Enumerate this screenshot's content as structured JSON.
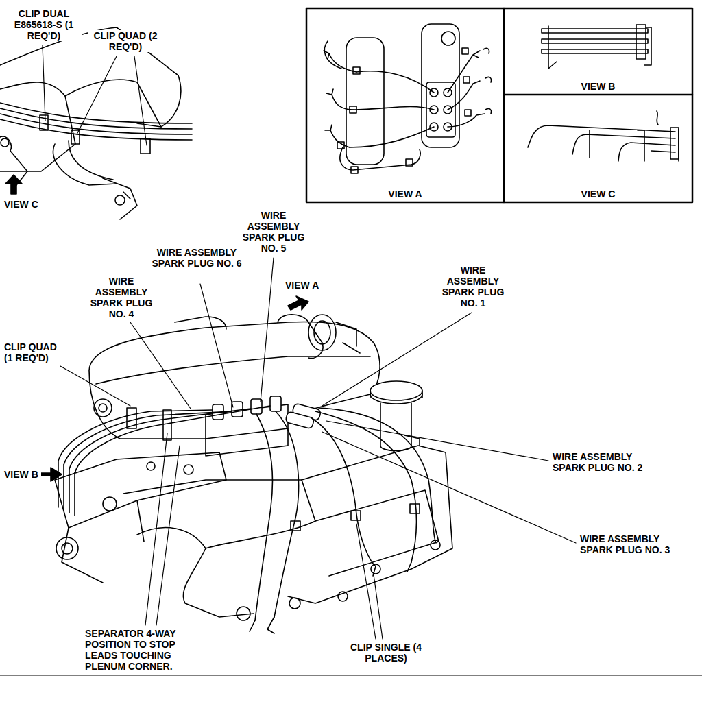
{
  "diagram": {
    "nodes": [
      {
        "text": [
          "VIEW A"
        ]
      },
      {
        "text": [
          "VIEW B"
        ]
      },
      {
        "text": [
          "VIEW C"
        ]
      }
    ],
    "labels": [
      "CLIP DUAL E865618-S (1 REQ'D)",
      "CLIP QUAD (2 REQ'D)",
      "VIEW C",
      "WIRE ASSEMBLY SPARK PLUG NO. 5",
      "WIRE ASSEMBLY SPARK PLUG NO. 6",
      "WIRE ASSEMBLY SPARK PLUG NO. 4",
      "VIEW A",
      "WIRE ASSEMBLY SPARK PLUG NO. 1",
      "CLIP QUAD (1 REQ'D)",
      "VIEW B",
      "WIRE ASSEMBLY SPARK PLUG NO. 2",
      "WIRE ASSEMBLY SPARK PLUG NO. 3",
      "SEPARATOR 4-WAY POSITION TO STOP LEADS TOUCHING PLENUM CORNER.",
      "CLIP SINGLE (4 PLACES)"
    ]
  }
}
